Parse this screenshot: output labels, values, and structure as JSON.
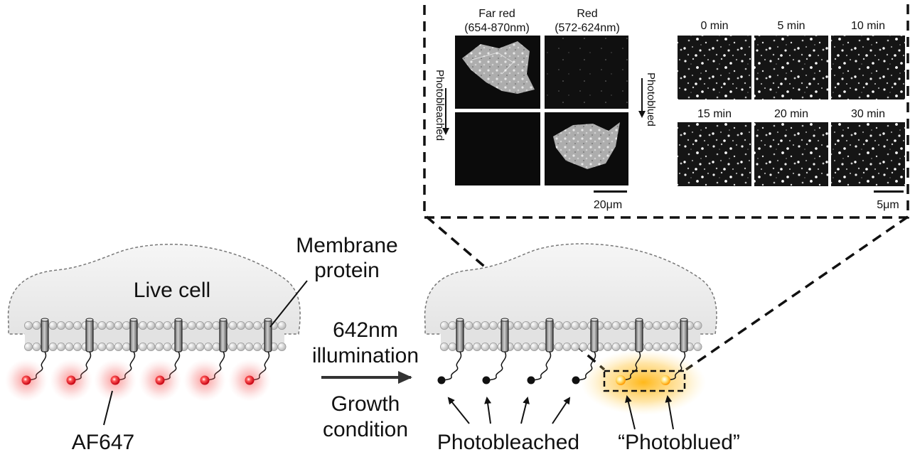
{
  "labels": {
    "live_cell": "Live cell",
    "membrane_protein_line1": "Membrane",
    "membrane_protein_line2": "protein",
    "af647": "AF647",
    "illum_line1": "642nm",
    "illum_line2": "illumination",
    "growth_line1": "Growth",
    "growth_line2": "condition",
    "photobleached": "Photobleached",
    "photoblued": "“Photoblued”"
  },
  "inset": {
    "far_red_line1": "Far red",
    "far_red_line2": "(654-870nm)",
    "red_line1": "Red",
    "red_line2": "(572-624nm)",
    "photobleached_vertical": "Photobleached",
    "photoblued_vertical": "Photoblued",
    "scale_left": "20μm",
    "scale_right": "5μm",
    "time_labels": [
      "0 min",
      "5 min",
      "10 min",
      "15 min",
      "20 min",
      "30 min"
    ]
  },
  "colors": {
    "af647_glow": "#e8202a",
    "photoblued_glow": "#ffb000",
    "dashed_lines": "#111111",
    "membrane_grey": "#cfcfcf"
  }
}
